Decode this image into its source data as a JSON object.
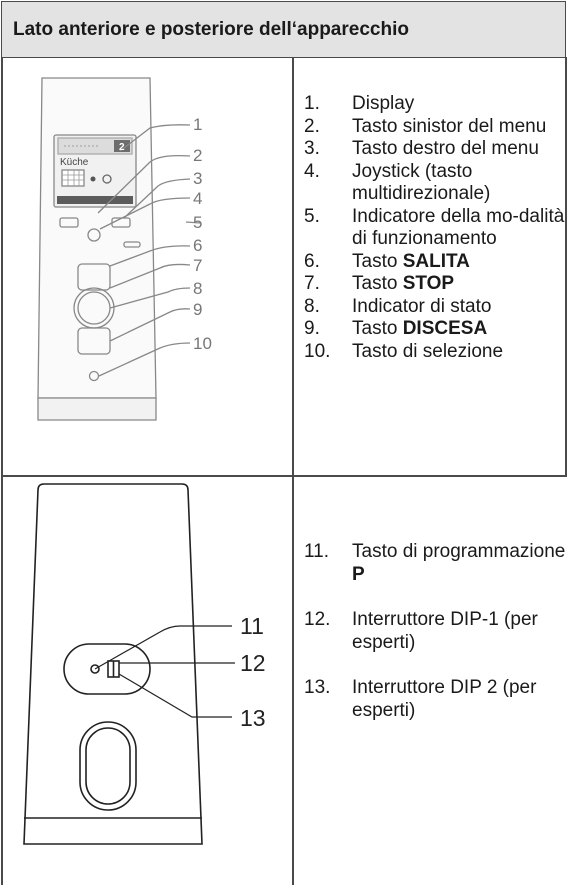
{
  "header": {
    "title": "Lato anteriore e posteriore dell‘apparecchio"
  },
  "front": {
    "screen_label": "Küche",
    "screen_number": "2",
    "callouts": [
      "1",
      "2",
      "3",
      "4",
      "5",
      "6",
      "7",
      "8",
      "9",
      "10"
    ],
    "items": [
      {
        "num": "1.",
        "text": "Display",
        "bold": ""
      },
      {
        "num": "2.",
        "text": "Tasto sinistor del menu",
        "bold": ""
      },
      {
        "num": "3.",
        "text": "Tasto destro del menu",
        "bold": ""
      },
      {
        "num": "4.",
        "text": "Joystick (tasto multidirezionale)",
        "bold": ""
      },
      {
        "num": "5.",
        "text": "Indicatore della mo-dalità di funzionamento",
        "bold": ""
      },
      {
        "num": "6.",
        "text": "Tasto ",
        "bold": "SALITA"
      },
      {
        "num": "7.",
        "text": "Tasto ",
        "bold": "STOP"
      },
      {
        "num": "8.",
        "text": "Indicator di stato",
        "bold": ""
      },
      {
        "num": "9.",
        "text": "Tasto ",
        "bold": "DISCESA"
      },
      {
        "num": "10.",
        "text": "Tasto di selezione",
        "bold": ""
      }
    ]
  },
  "back": {
    "callouts": [
      "11",
      "12",
      "13"
    ],
    "items": [
      {
        "num": "11.",
        "text": "Tasto di programmazione ",
        "bold": "P"
      },
      {
        "num": "12.",
        "text": "Interruttore DIP-1 (per esperti)",
        "bold": ""
      },
      {
        "num": "13.",
        "text": "Interruttore DIP 2 (per esperti)",
        "bold": ""
      }
    ]
  }
}
